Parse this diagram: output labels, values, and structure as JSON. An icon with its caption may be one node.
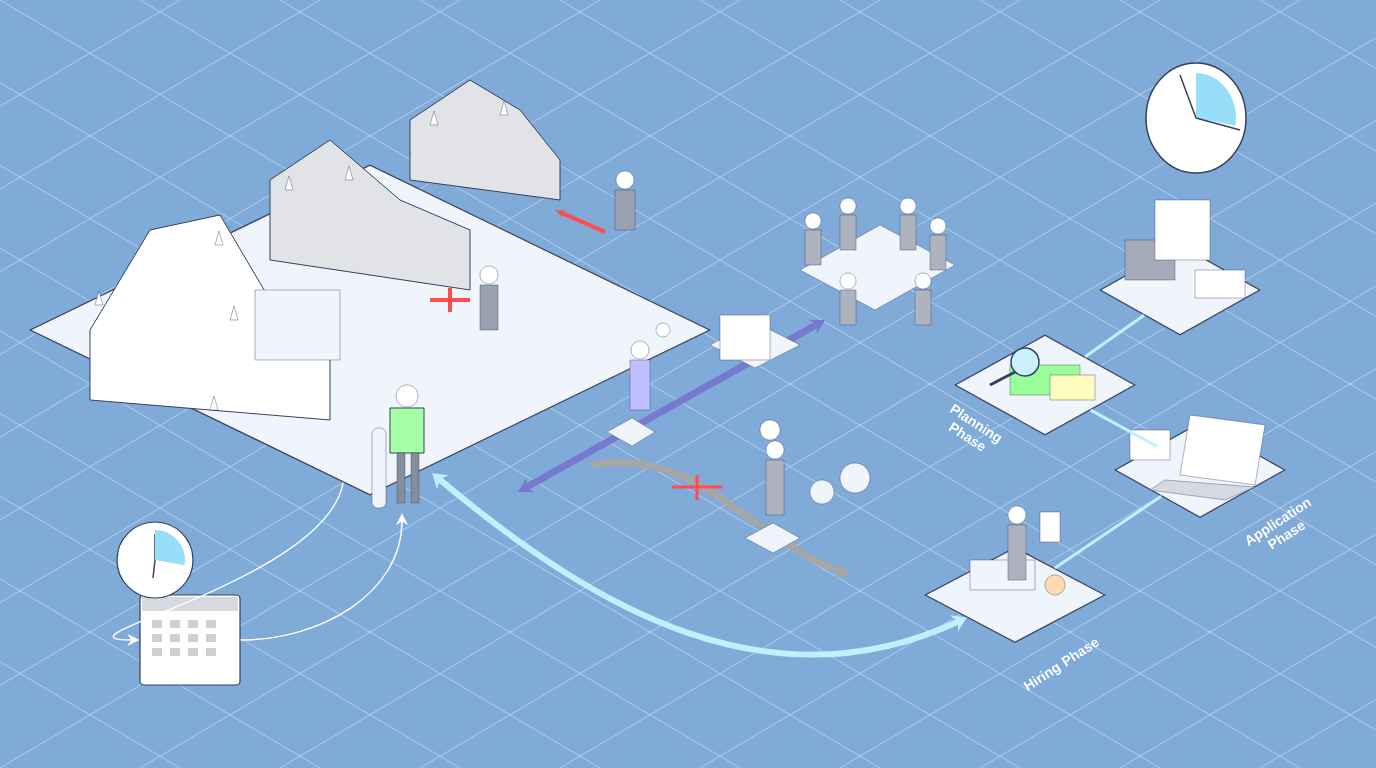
{
  "diagram": {
    "nodes": [
      {
        "text": [],
        "shape": "diamond"
      },
      {
        "text": [],
        "shape": "picture"
      },
      {
        "text": [],
        "shape": "person"
      },
      {
        "text": [],
        "shape": "diamond"
      },
      {
        "text": [
          "Planning Phase"
        ]
      },
      {
        "text": [
          "Application Phase"
        ]
      },
      {
        "text": [
          "Hiring Phase"
        ]
      }
    ],
    "edges": [
      {
        "from": 0,
        "to": 1,
        "arrow": "to",
        "color": "#ffffff"
      },
      {
        "from": 1,
        "to": 2,
        "arrow": "to",
        "color": "#ffffff"
      },
      {
        "from": 2,
        "to": 6,
        "arrow": "both",
        "style": "thick"
      },
      {
        "from": 3,
        "to": 4,
        "arrow": "none"
      },
      {
        "from": 4,
        "to": 5,
        "arrow": "none"
      },
      {
        "from": 5,
        "to": 6,
        "arrow": "none"
      }
    ]
  }
}
